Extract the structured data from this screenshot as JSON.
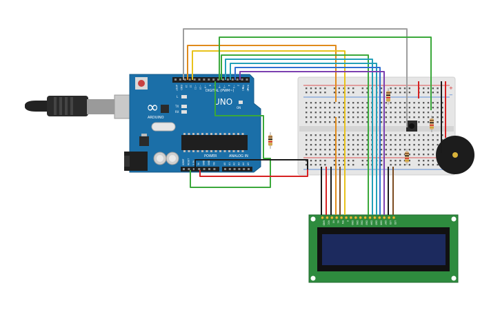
{
  "arduino": {
    "brand": "ARDUINO",
    "model": "UNO",
    "logo_text": "∞",
    "digital_label": "DIGITAL (PWM~)",
    "power_label": "POWER",
    "analog_label": "ANALOG IN",
    "top_pins": [
      "AREF",
      "GND",
      "13",
      "12",
      "~11",
      "~10",
      "~9",
      "8",
      "7",
      "~6",
      "~5",
      "4",
      "~3",
      "2",
      "TX▶1",
      "RX◀0"
    ],
    "power_pins": [
      "IOREF",
      "RESET",
      "3.3V",
      "5V",
      "GND",
      "GND",
      "Vin"
    ],
    "analog_pins": [
      "A0",
      "A1",
      "A2",
      "A3",
      "A4",
      "A5"
    ],
    "led_labels": [
      "L",
      "TX",
      "RX"
    ],
    "on_label": "ON"
  },
  "breadboard": {
    "rail_plus": "+",
    "rail_minus": "−"
  },
  "lcd": {
    "pin_labels": [
      "GND",
      "VCC",
      "V0",
      "RS",
      "RW",
      "E",
      "DB0",
      "DB1",
      "DB2",
      "DB3",
      "DB4",
      "DB5",
      "DB6",
      "DB7",
      "LED",
      "LED"
    ]
  },
  "colors": {
    "board_blue": "#1b6fa8",
    "breadboard": "#e6e6e6",
    "lcd_pcb": "#2e8b3e",
    "lcd_screen": "#1c2a5e",
    "wire_gray": "#9e9e9e",
    "wire_orange": "#e08a1a",
    "wire_yellow": "#e8c21a",
    "wire_green": "#3aa83a",
    "wire_teal": "#22a0b8",
    "wire_blue": "#2f6fd1",
    "wire_purple": "#7b3fb0",
    "wire_red": "#d62020",
    "wire_black": "#1a1a1a",
    "wire_brown": "#7a4a1e"
  }
}
